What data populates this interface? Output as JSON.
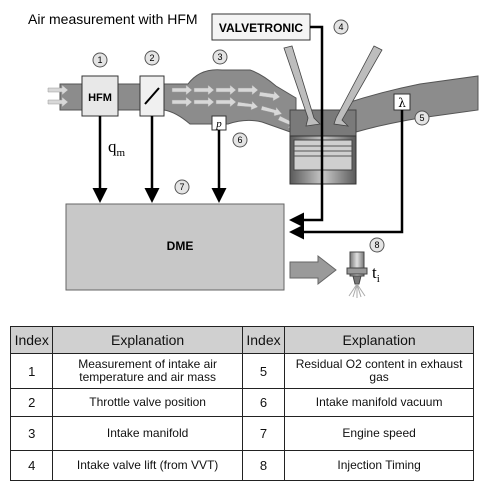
{
  "diagram": {
    "title": "Air measurement with HFM",
    "hfm_label": "HFM",
    "valvetronic_label": "VALVETRONIC",
    "dme_label": "DME",
    "qm_symbol": "q",
    "qm_subscript": "m",
    "pressure_symbol": "p",
    "lambda_symbol": "λ",
    "ti_symbol": "t",
    "ti_subscript": "i",
    "callouts": [
      "1",
      "2",
      "3",
      "4",
      "5",
      "6",
      "7",
      "8"
    ]
  },
  "table": {
    "headers": [
      "Index",
      "Explanation",
      "Index",
      "Explanation"
    ],
    "rows": [
      {
        "idx_a": "1",
        "exp_a": "Measurement of intake air temperature and air mass",
        "idx_b": "5",
        "exp_b": "Residual O2 content in exhaust gas"
      },
      {
        "idx_a": "2",
        "exp_a": "Throttle valve position",
        "idx_b": "6",
        "exp_b": "Intake manifold vacuum"
      },
      {
        "idx_a": "3",
        "exp_a": "Intake manifold",
        "idx_b": "7",
        "exp_b": "Engine speed"
      },
      {
        "idx_a": "4",
        "exp_a": "Intake valve lift (from VVT)",
        "idx_b": "8",
        "exp_b": "Injection Timing"
      }
    ]
  },
  "colors": {
    "manifold": "#8c8c8c",
    "dme_box": "#c8c8c8",
    "arrow": "#000000",
    "header_bg": "#d0d0d0"
  }
}
